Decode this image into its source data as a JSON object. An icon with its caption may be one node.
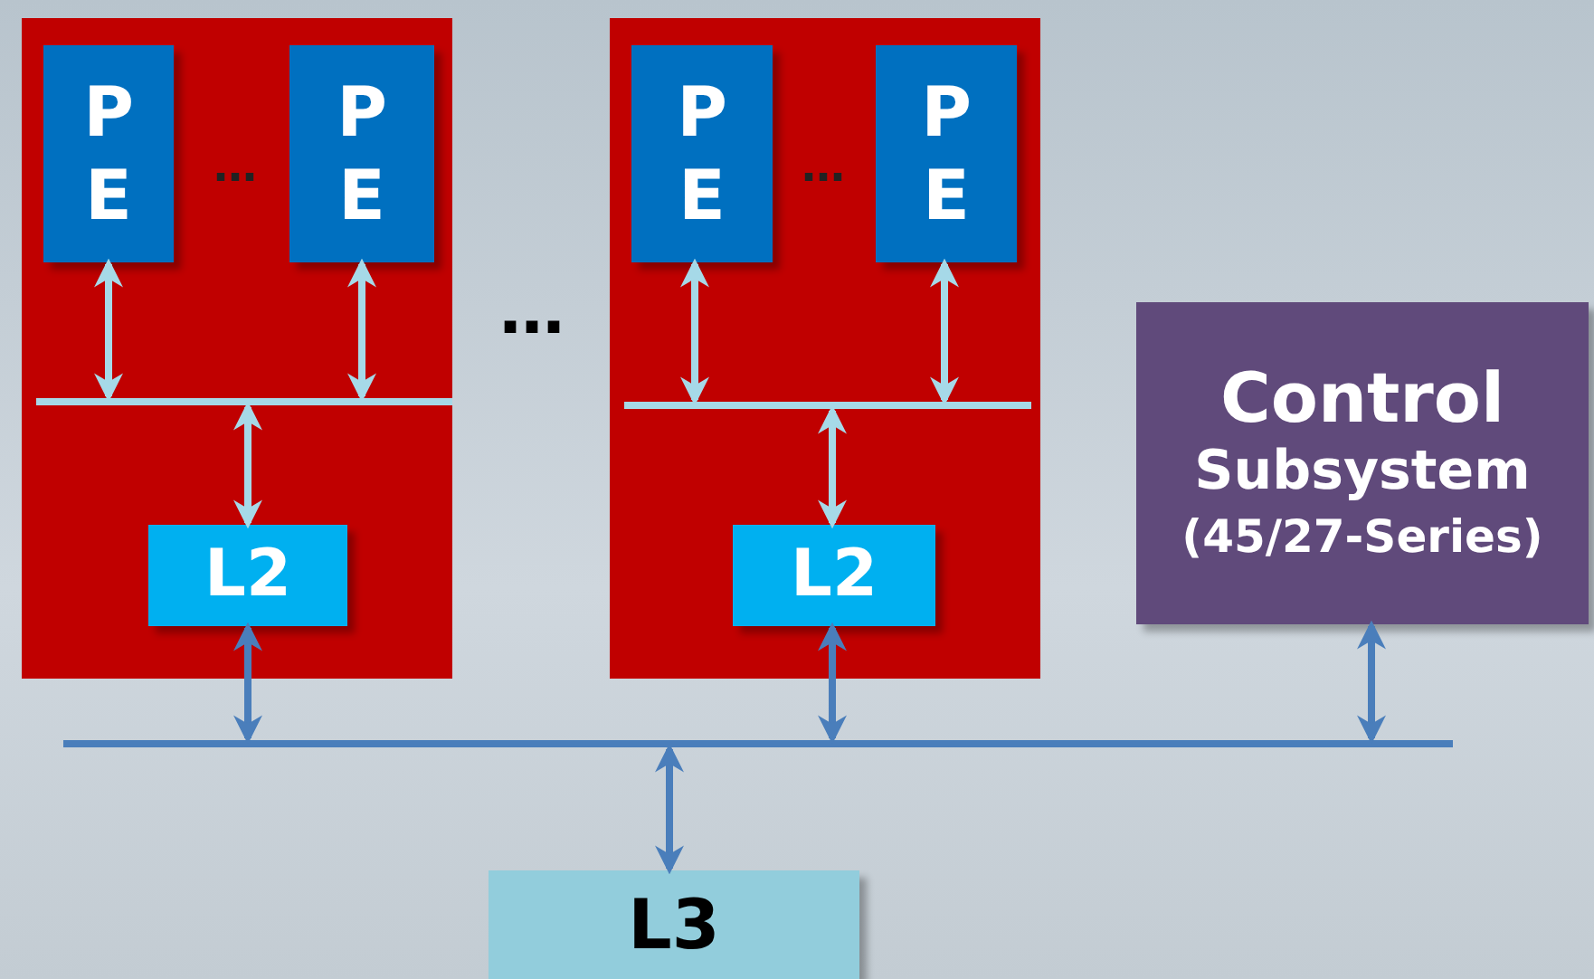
{
  "diagram": {
    "nodes": [
      {
        "text": [],
        "shape": "box"
      },
      {
        "text": [
          "P E"
        ],
        "in": 0
      },
      {
        "text": [
          "P E"
        ],
        "in": 0
      },
      {
        "text": [],
        "shape": "bar",
        "in": 0
      },
      {
        "text": [
          "L2"
        ],
        "in": 0
      },
      {
        "text": [],
        "shape": "box"
      },
      {
        "text": [
          "P E"
        ],
        "in": 5
      },
      {
        "text": [
          "P E"
        ],
        "in": 5
      },
      {
        "text": [],
        "shape": "bar",
        "in": 5
      },
      {
        "text": [
          "L2"
        ],
        "in": 5
      },
      {
        "text": [
          "Control",
          "Subsystem",
          "(45/27-Series)"
        ]
      },
      {
        "text": [],
        "shape": "bar"
      },
      {
        "text": [
          "L3"
        ]
      }
    ],
    "edges": [
      {
        "from": 1,
        "to": 3,
        "arrow": "both"
      },
      {
        "from": 2,
        "to": 3,
        "arrow": "both"
      },
      {
        "from": 3,
        "to": 4,
        "arrow": "both"
      },
      {
        "from": 6,
        "to": 8,
        "arrow": "both"
      },
      {
        "from": 7,
        "to": 8,
        "arrow": "both"
      },
      {
        "from": 8,
        "to": 9,
        "arrow": "both"
      },
      {
        "from": 4,
        "to": 11,
        "arrow": "both",
        "color": "#4a7ebb"
      },
      {
        "from": 9,
        "to": 11,
        "arrow": "both",
        "color": "#4a7ebb"
      },
      {
        "from": 10,
        "to": 11,
        "arrow": "both",
        "color": "#4a7ebb"
      },
      {
        "from": 11,
        "to": 12,
        "arrow": "both",
        "color": "#4a7ebb"
      }
    ],
    "labels": [
      "…",
      "…",
      "…"
    ]
  }
}
